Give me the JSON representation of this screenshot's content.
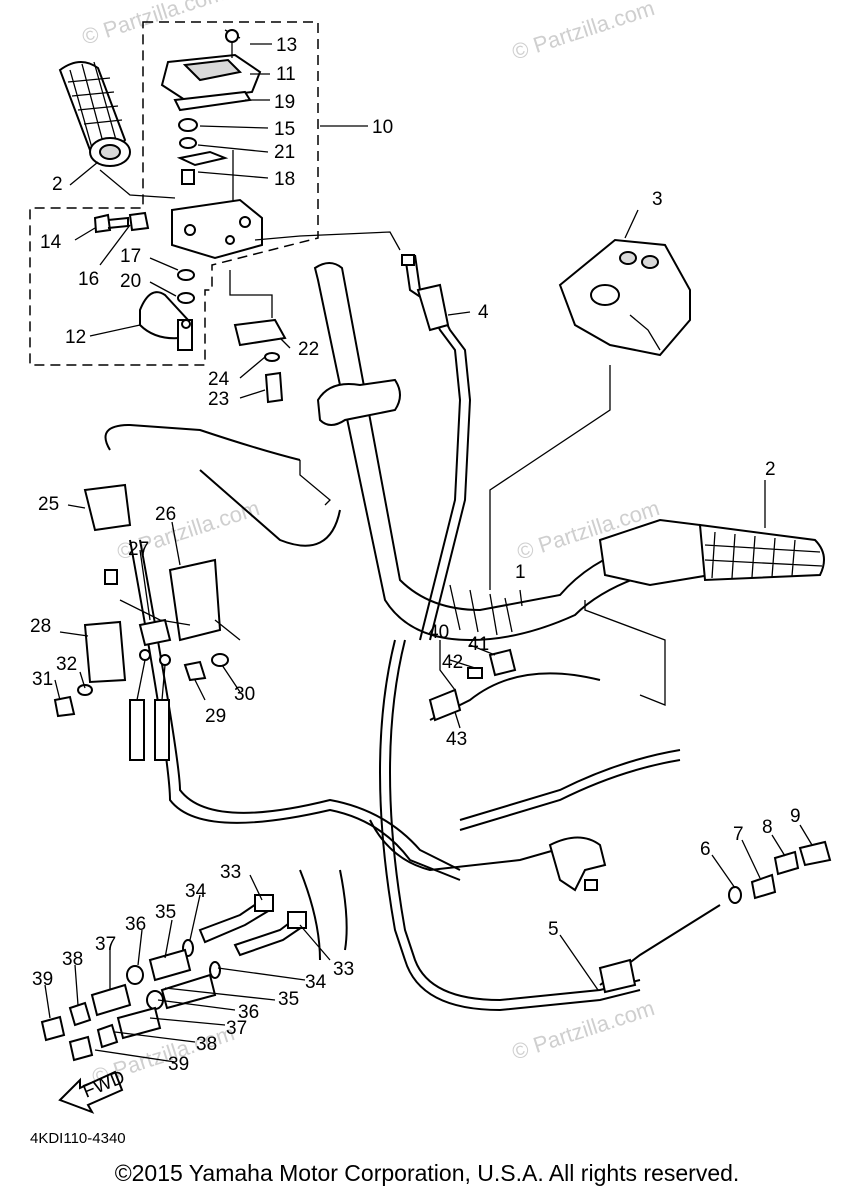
{
  "watermarks": [
    "© Partzilla.com",
    "© Partzilla.com",
    "© Partzilla.com",
    "© Partzilla.com",
    "© Partzilla.com",
    "© Partzilla.com",
    "© Partzilla.com"
  ],
  "callouts": [
    "1",
    "2",
    "2",
    "3",
    "4",
    "5",
    "6",
    "7",
    "8",
    "9",
    "10",
    "11",
    "12",
    "13",
    "14",
    "15",
    "16",
    "17",
    "18",
    "19",
    "20",
    "21",
    "22",
    "23",
    "24",
    "25",
    "26",
    "27",
    "28",
    "29",
    "30",
    "31",
    "32",
    "33",
    "33",
    "34",
    "34",
    "35",
    "35",
    "36",
    "36",
    "37",
    "37",
    "38",
    "38",
    "39",
    "39",
    "40",
    "41",
    "42",
    "43"
  ],
  "fwd_label": "FWD",
  "diagram_code": "4KDI110-4340",
  "copyright": "©2015 Yamaha Motor Corporation, U.S.A. All rights reserved."
}
